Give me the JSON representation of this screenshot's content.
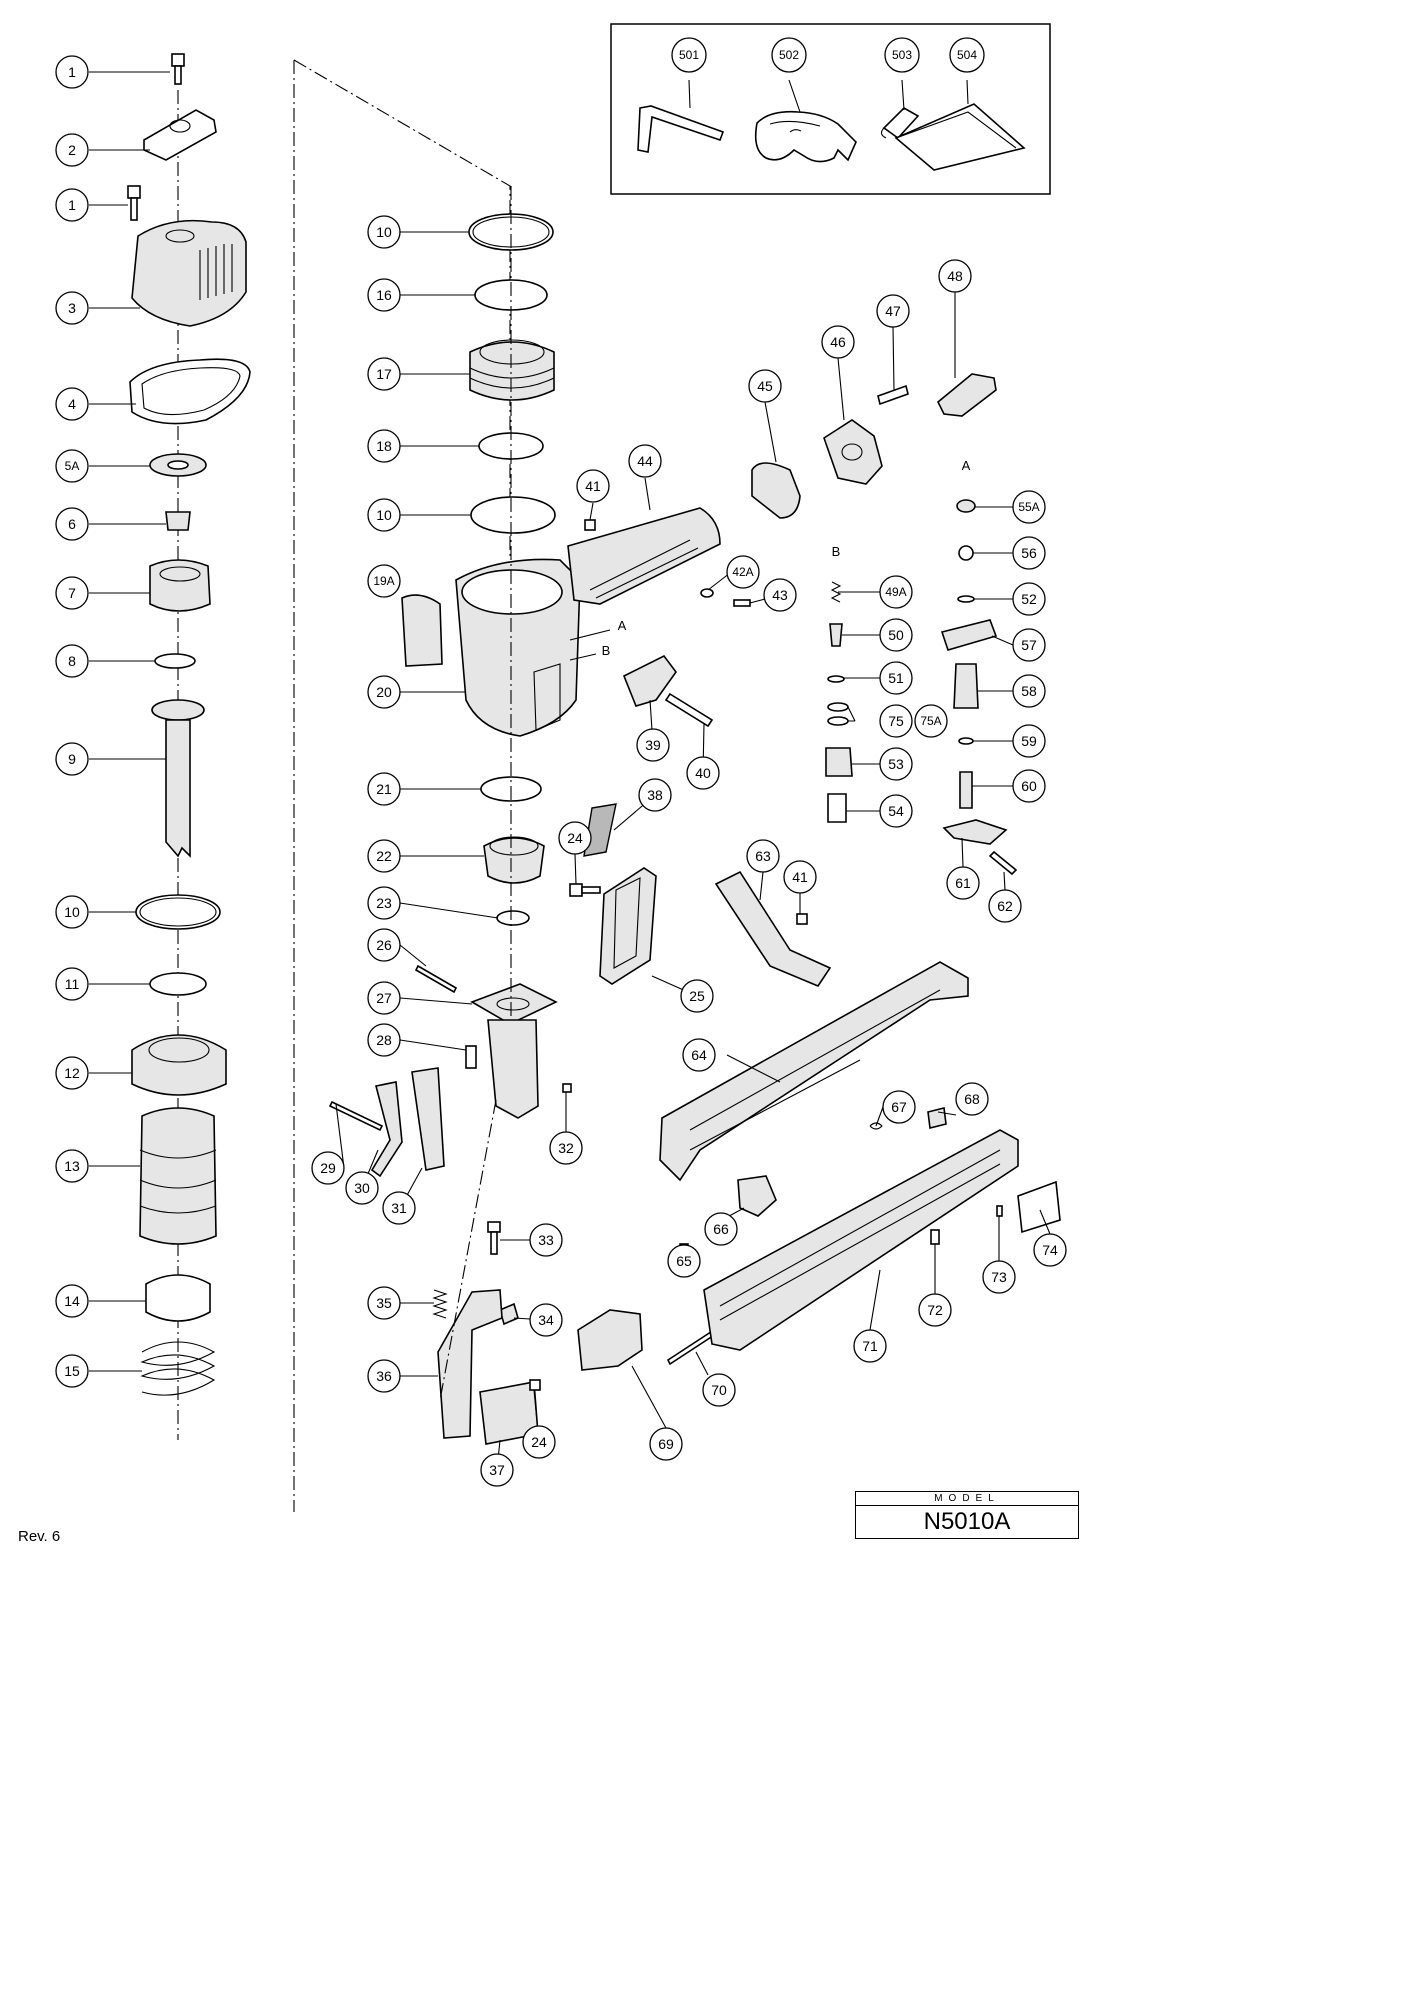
{
  "model_box": {
    "caption": "MODEL",
    "number": "N5010A"
  },
  "revision": "Rev. 6",
  "connection_letters": {
    "a": "A",
    "b": "B"
  },
  "callouts": {
    "c1a": "1",
    "c2": "2",
    "c1b": "1",
    "c3": "3",
    "c4": "4",
    "c5A": "5A",
    "c6": "6",
    "c7": "7",
    "c8": "8",
    "c9": "9",
    "c10a": "10",
    "c11": "11",
    "c12": "12",
    "c13": "13",
    "c14": "14",
    "c15": "15",
    "c10b": "10",
    "c16": "16",
    "c17": "17",
    "c18": "18",
    "c10c": "10",
    "c19A": "19A",
    "c20": "20",
    "c21": "21",
    "c22": "22",
    "c23": "23",
    "c24a": "24",
    "c25": "25",
    "c26": "26",
    "c27": "27",
    "c28": "28",
    "c29": "29",
    "c30": "30",
    "c31": "31",
    "c32": "32",
    "c33": "33",
    "c34": "34",
    "c35": "35",
    "c36": "36",
    "c37": "37",
    "c24b": "24",
    "c38": "38",
    "c39": "39",
    "c40": "40",
    "c41a": "41",
    "c41b": "41",
    "c42A": "42A",
    "c43": "43",
    "c44": "44",
    "c45": "45",
    "c46": "46",
    "c47": "47",
    "c48": "48",
    "c49A": "49A",
    "c50": "50",
    "c51": "51",
    "c52": "52",
    "c53": "53",
    "c54": "54",
    "c55A": "55A",
    "c56": "56",
    "c57": "57",
    "c58": "58",
    "c59": "59",
    "c60": "60",
    "c61": "61",
    "c62": "62",
    "c63": "63",
    "c64": "64",
    "c65": "65",
    "c66": "66",
    "c67": "67",
    "c68": "68",
    "c69": "69",
    "c70": "70",
    "c71": "71",
    "c72": "72",
    "c73": "73",
    "c74": "74",
    "c75": "75",
    "c75A": "75A",
    "c501": "501",
    "c502": "502",
    "c503": "503",
    "c504": "504"
  }
}
